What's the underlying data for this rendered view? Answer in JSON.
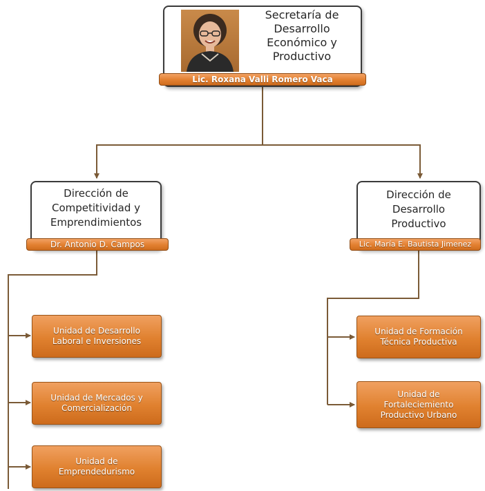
{
  "colors": {
    "accent_orange": "#e0812f",
    "connector": "#7a5a36",
    "card_border": "#3a3a3a"
  },
  "head": {
    "title": "Secretaría de\nDesarrollo\nEconómico y\nProductivo",
    "name": "Lic. Roxana Valli Romero Vaca"
  },
  "left_branch": {
    "title": "Dirección de\nCompetitividad y\nEmprendimientos",
    "name": "Dr. Antonio D. Campos",
    "units": [
      "Unidad de Desarrollo\nLaboral e Inversiones",
      "Unidad de Mercados y\nComercialización",
      "Unidad de\nEmprendedurismo"
    ]
  },
  "right_branch": {
    "title": "Dirección de\nDesarrollo\nProductivo",
    "name": "Lic. María E. Bautista Jimenez",
    "units": [
      "Unidad de Formación\nTécnica Productiva",
      "Unidad de\nFortaleciemiento\nProductivo Urbano"
    ]
  }
}
